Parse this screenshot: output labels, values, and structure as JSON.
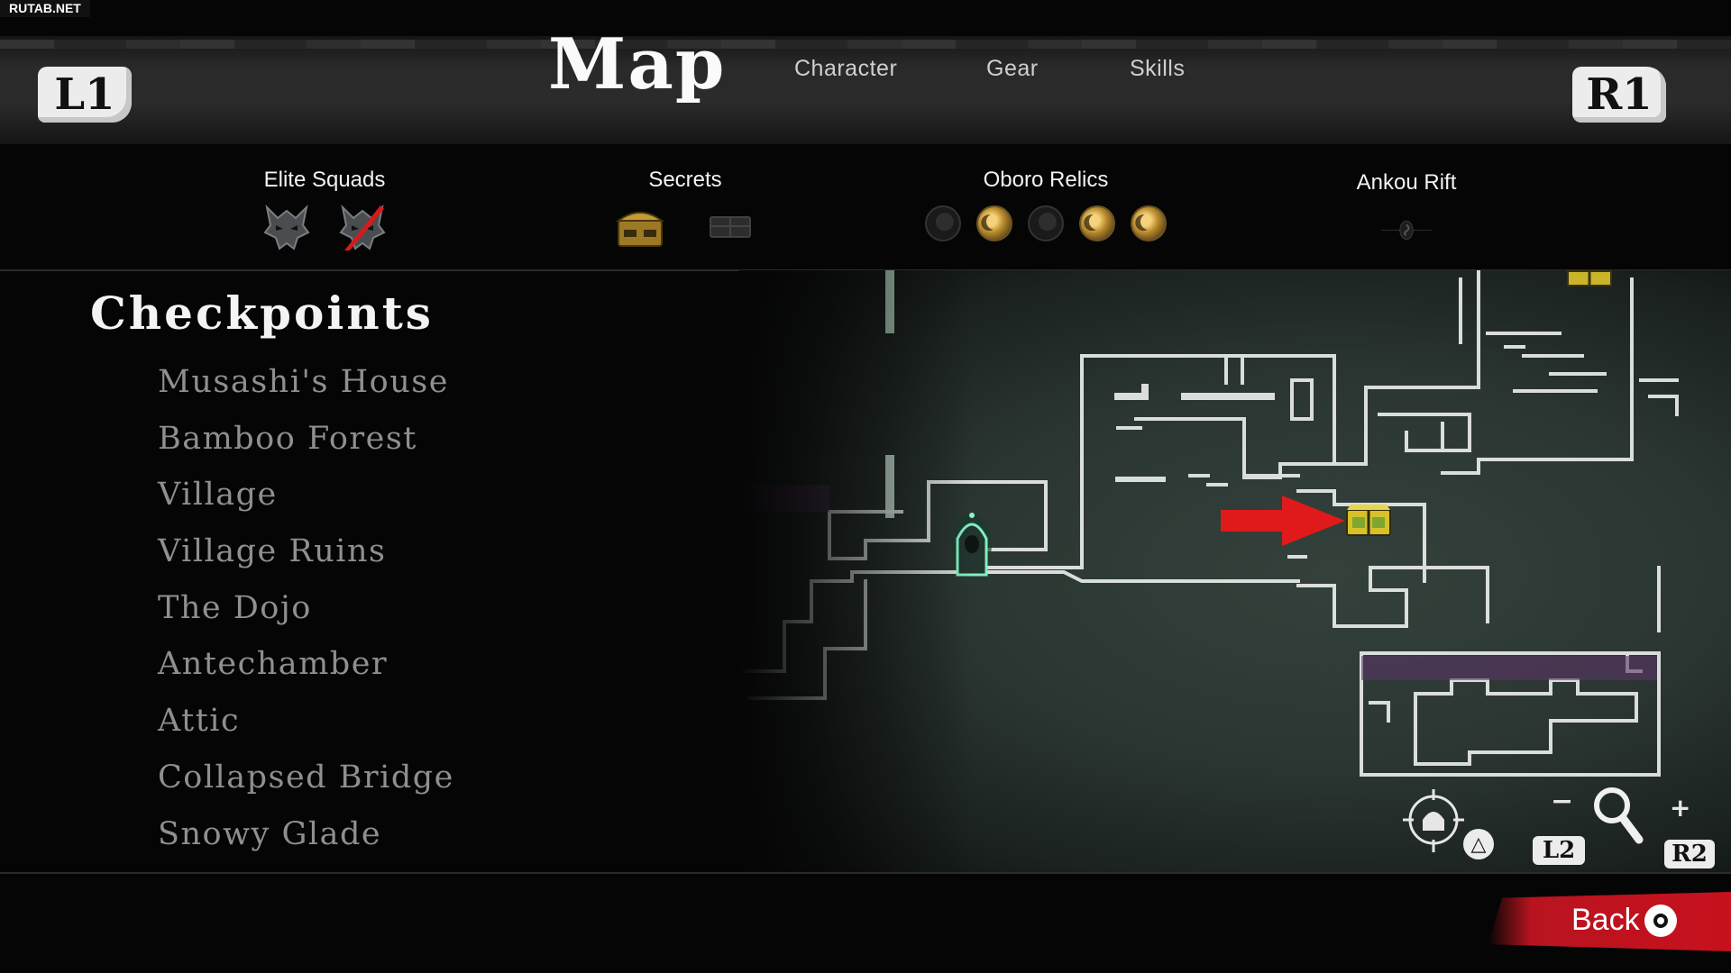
{
  "watermark": "RUTAB.NET",
  "header": {
    "left_shoulder": "L1",
    "right_shoulder": "R1",
    "title": "Map",
    "tabs": [
      {
        "label": "Character"
      },
      {
        "label": "Gear"
      },
      {
        "label": "Skills"
      }
    ]
  },
  "collectibles": {
    "elite_squads": {
      "label": "Elite Squads",
      "icons": [
        "demon-mask-icon",
        "demon-mask-slashed-icon"
      ]
    },
    "secrets": {
      "label": "Secrets",
      "icons": [
        "treasure-chest-found-icon",
        "treasure-chest-empty-icon"
      ]
    },
    "oboro_relics": {
      "label": "Oboro Relics",
      "found": [
        false,
        true,
        false,
        true,
        true
      ]
    },
    "ankou_rift": {
      "label": "Ankou Rift",
      "icons": [
        "rift-swirl-icon"
      ]
    }
  },
  "checkpoints": {
    "title": "Checkpoints",
    "items": [
      "Musashi's House",
      "Bamboo Forest",
      "Village",
      "Village Ruins",
      "The Dojo",
      "Antechamber",
      "Attic",
      "Collapsed Bridge",
      "Snowy Glade"
    ]
  },
  "map": {
    "markers": [
      "player-shrine-icon",
      "treasure-chest-icon",
      "red-arrow-pointer-icon"
    ],
    "colors": {
      "walls": "#e9ecea",
      "purple_zone": "#5a3565",
      "arrow": "#e01a1a",
      "chest": "#d7c02a"
    }
  },
  "hud": {
    "recenter_button": "△",
    "zoom_out_label": "−",
    "zoom_in_label": "+",
    "zoom_out_button": "L2",
    "zoom_in_button": "R2"
  },
  "footer": {
    "back_label": "Back"
  },
  "colors": {
    "back_bar": "#c7111d",
    "background": "#050505"
  }
}
